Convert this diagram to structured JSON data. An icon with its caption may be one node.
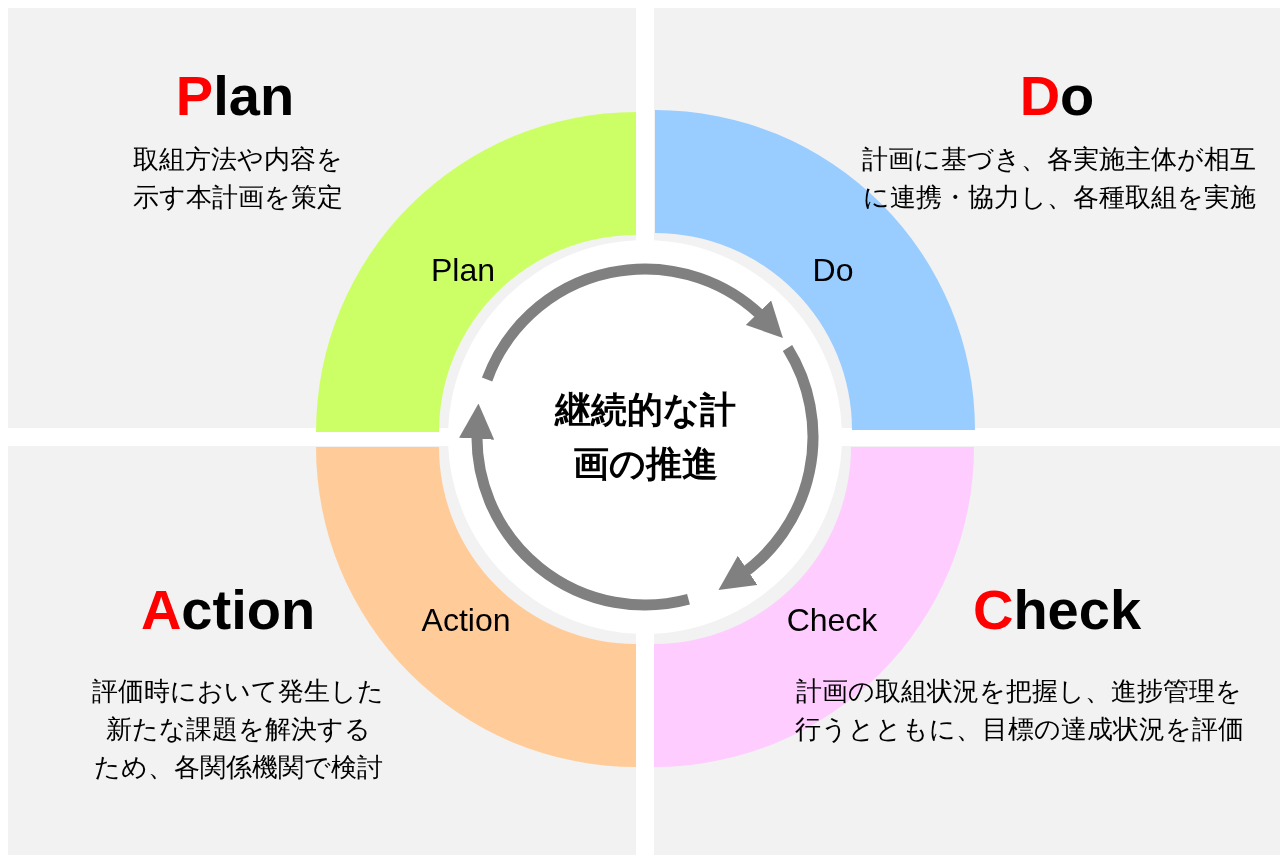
{
  "diagram": {
    "nodes": [
      {
        "text": [
          "Plan",
          "取組方法や内容を示す本計画を策定"
        ]
      },
      {
        "text": [
          "Plan"
        ],
        "in": 0
      },
      {
        "text": [
          "Do",
          "計画に基づき、各実施主体が相互に連携・協力し、各種取組を実施"
        ]
      },
      {
        "text": [
          "Do"
        ],
        "in": 2
      },
      {
        "text": [
          "継続的な計画の推進"
        ]
      },
      {
        "text": [
          "Action",
          "評価時において発生した新たな課題を解決するため、各関係機関で検討"
        ]
      },
      {
        "text": [
          "Action"
        ],
        "in": 5
      },
      {
        "text": [
          "Check",
          "計画の取組状況を把握し、進捗管理を行うとともに、目標の達成状況を評価"
        ]
      },
      {
        "text": [
          "Check"
        ],
        "in": 7
      }
    ],
    "edges": [
      {
        "from": 1,
        "to": 3,
        "arrow": "to"
      },
      {
        "from": 3,
        "to": 8,
        "arrow": "to"
      },
      {
        "from": 8,
        "to": 1,
        "arrow": "to"
      }
    ]
  }
}
